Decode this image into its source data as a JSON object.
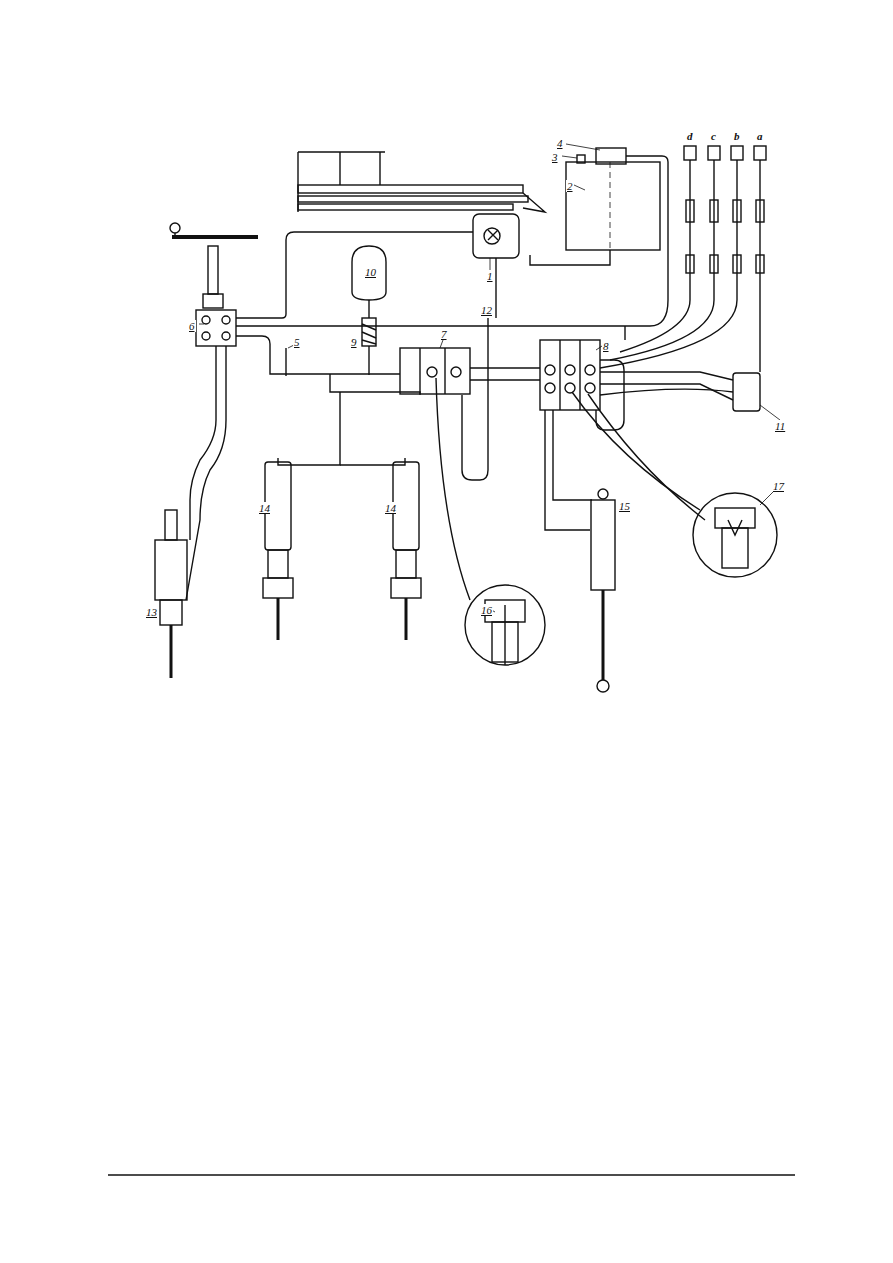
{
  "diagram": {
    "labels": [
      "4",
      "3",
      "d",
      "c",
      "b",
      "a",
      "2",
      "1",
      "10",
      "6",
      "12",
      "5",
      "9",
      "7",
      "8",
      "11",
      "17",
      "16",
      "13",
      "14",
      "14",
      "15"
    ]
  }
}
